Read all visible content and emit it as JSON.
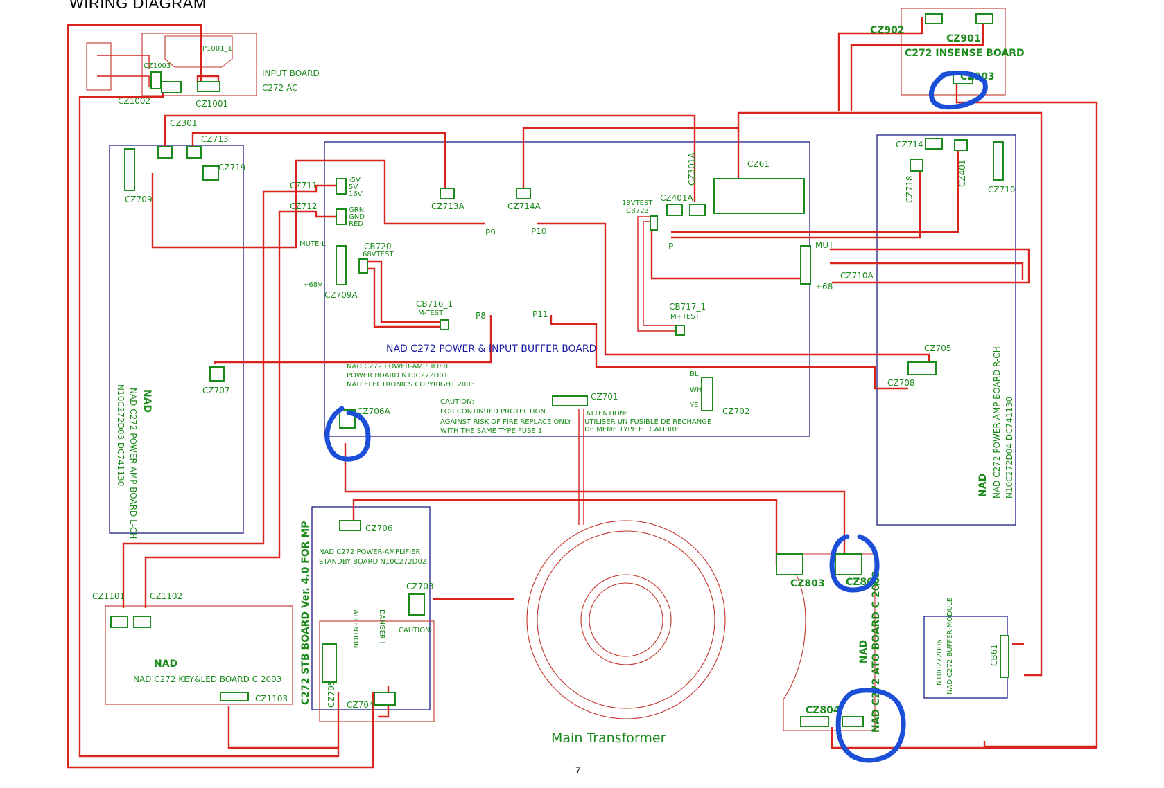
{
  "heading": "WIRING DIAGRAM",
  "page_number": "7",
  "colors": {
    "wire": "#d8241c",
    "label": "#1a8a1a",
    "board_outline_blue": "#1c1c8c",
    "annotation": "#1c4fd8"
  },
  "boards": {
    "input": {
      "title": "INPUT BOARD",
      "subtitle": "C272 AC",
      "p1001": "P1001_1",
      "cz1003": "CZ1003",
      "cz1002": "CZ1002",
      "cz1001": "CZ1001"
    },
    "insense": {
      "title": "C272 INSENSE BOARD",
      "cz902": "CZ902",
      "cz901": "CZ901",
      "cz903": "CZ903"
    },
    "power": {
      "title": "NAD C272 POWER & INPUT BUFFER BOARD",
      "info1": "NAD C272 POWER-AMPLIFIER",
      "info2": "POWER BOARD N10C272D01",
      "info3": "NAD ELECTRONICS COPYRIGHT 2003",
      "caution1": "CAUTION:",
      "caution2": "FOR CONTINUED PROTECTION",
      "caution3": "AGAINST RISK OF FIRE REPLACE ONLY",
      "caution4": "WITH THE SAME TYPE FUSE 1",
      "attention1": "ATTENTION:",
      "attention2": "UTILISER UN FUSIBLE DE RECHANGE",
      "attention3": "DE MEME TYPE ET CALIBRE",
      "labels": {
        "cz713a": "CZ713A",
        "cz714a": "CZ714A",
        "p9": "P9",
        "p10": "P10",
        "cz711": "CZ711",
        "cz712": "CZ712",
        "r5v": "-5V",
        "v5": "5V",
        "v16": "16V",
        "grn": "GRN",
        "gnd": "GND",
        "red": "RED",
        "mutel": "MUTE-L",
        "v68": "+68V",
        "cz709a": "CZ709A",
        "cb720": "CB720",
        "vtest68": "68VTEST",
        "cb716": "CB716_1",
        "mtest": "M-TEST",
        "p8": "P8",
        "p11": "P11",
        "cz706a": "CZ706A",
        "cz701": "CZ701",
        "cz702": "CZ702",
        "cz301a": "CZ301A",
        "cz401a": "CZ401A",
        "cz61": "CZ61",
        "vtest18": "18VTEST",
        "cb723": "CB723",
        "p": "P",
        "mut": "MUT",
        "cz710a": "CZ710A",
        "p68": "+68",
        "cb717": "CB717_1",
        "mptest": "M+TEST",
        "bl": "BL",
        "ye": "YE",
        "wh": "WH"
      }
    },
    "left_amp": {
      "brand": "NAD",
      "title": "NAD C272 POWER AMP BOARD L-CH",
      "code": "N10C272D03 DC741130",
      "cz301": "CZ301",
      "cz713": "CZ713",
      "cz719": "CZ719",
      "cz709": "CZ709",
      "cz707": "CZ707"
    },
    "right_amp": {
      "brand": "NAD",
      "title": "NAD C272 POWER AMP BOARD R-CH",
      "code": "N10C272D04 DC741130",
      "cz714": "CZ714",
      "cz718": "CZ718",
      "cz401": "CZ401",
      "cz710": "CZ710",
      "cz705": "CZ705",
      "cz708": "CZ708"
    },
    "stb": {
      "title": "C272 STB BOARD Ver. 4.0 FOR MP",
      "info1": "NAD C272 POWER-AMPLIFIER",
      "info2": "STANDBY BOARD N10C272D02",
      "cz706": "CZ706",
      "cz703": "CZ703",
      "cz705": "CZ705",
      "cz704": "CZ704",
      "caution": "CAUTION:",
      "danger": "DANGER !",
      "attention": "ATTENTION"
    },
    "key_led": {
      "brand": "NAD",
      "title": "NAD C272 KEY&LED BOARD C 2003",
      "cz1101": "CZ1101",
      "cz1102": "CZ1102",
      "cz1103": "CZ1103"
    },
    "ato": {
      "brand": "NAD",
      "title": "NAD C272 ATO BOARD C 2003",
      "cz803": "CZ803",
      "cz802": "CZ802",
      "cz804": "CZ804"
    },
    "buffer": {
      "title": "NAD C272 BUFFER-MODULE",
      "code": "N10C272D06",
      "cb61": "CB61"
    }
  },
  "transformer": {
    "label": "Main Transformer"
  }
}
